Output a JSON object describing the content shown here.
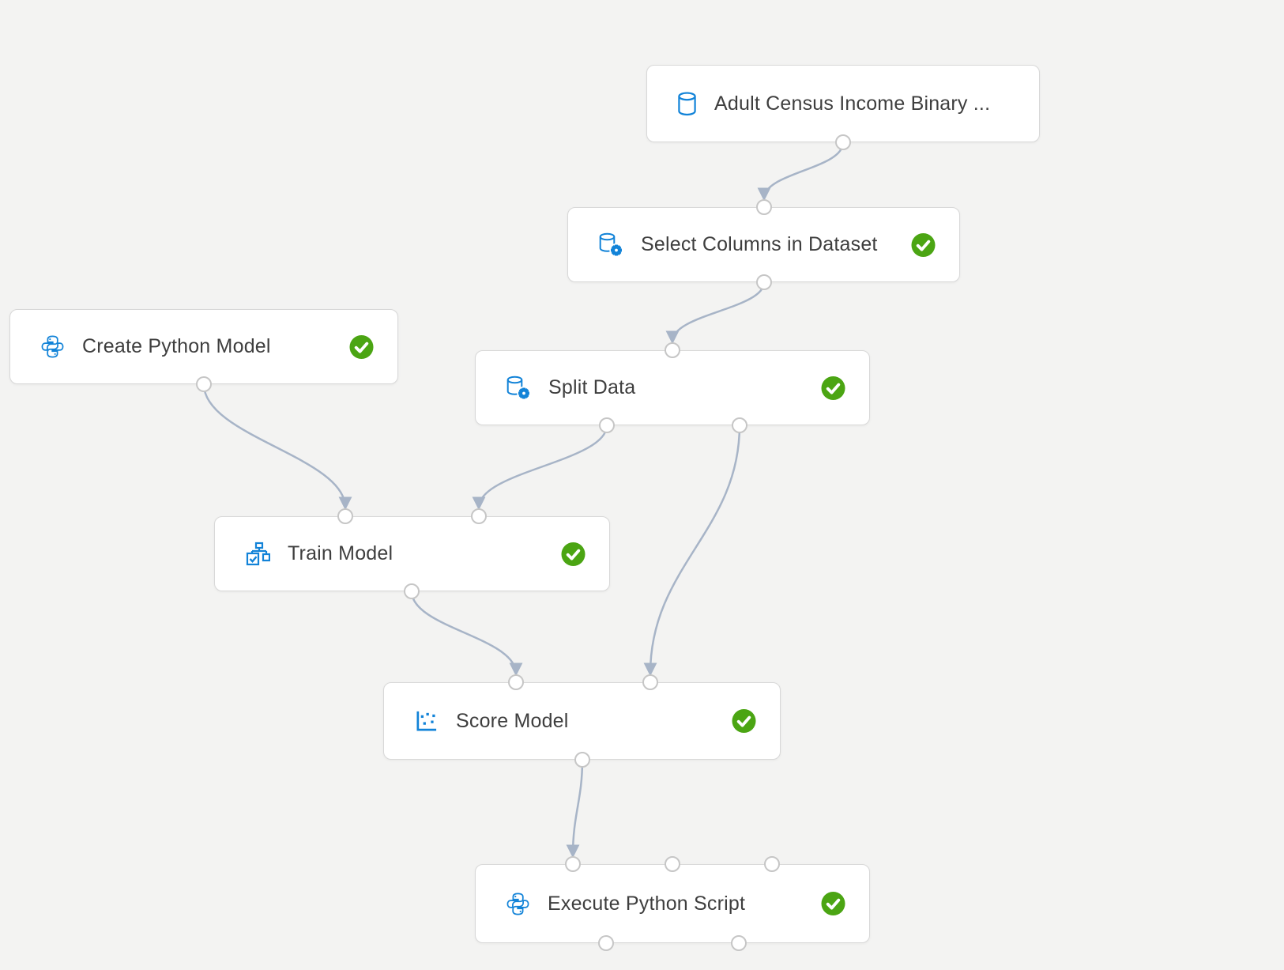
{
  "canvas": {
    "background_color": "#f3f3f2",
    "node_background_color": "#ffffff",
    "node_border_color": "#d8d8d8",
    "text_color": "#3e3e3e",
    "icon_color": "#1283d8",
    "status_completed_color": "#4BA513",
    "connector_color": "#a7b4c7"
  },
  "nodes": [
    {
      "label": "Adult Census Income Binary ...",
      "icon": "dataset-database-icon",
      "status": "",
      "inputs": 0,
      "outputs": 1
    },
    {
      "label": "Select Columns in Dataset",
      "icon": "database-gear-icon",
      "status": "completed",
      "inputs": 1,
      "outputs": 1
    },
    {
      "label": "Create Python Model",
      "icon": "python-icon",
      "status": "completed",
      "inputs": 0,
      "outputs": 1
    },
    {
      "label": "Split Data",
      "icon": "database-gear-icon",
      "status": "completed",
      "inputs": 1,
      "outputs": 2
    },
    {
      "label": "Train Model",
      "icon": "train-model-icon",
      "status": "completed",
      "inputs": 2,
      "outputs": 1
    },
    {
      "label": "Score Model",
      "icon": "scatter-plot-icon",
      "status": "completed",
      "inputs": 2,
      "outputs": 1
    },
    {
      "label": "Execute Python Script",
      "icon": "python-icon",
      "status": "completed",
      "inputs": 3,
      "outputs": 2
    }
  ],
  "edges": [
    {
      "from_node": "Adult Census Income Binary ...",
      "from_port": 1,
      "to_node": "Select Columns in Dataset",
      "to_port": 1
    },
    {
      "from_node": "Select Columns in Dataset",
      "from_port": 1,
      "to_node": "Split Data",
      "to_port": 1
    },
    {
      "from_node": "Create Python Model",
      "from_port": 1,
      "to_node": "Train Model",
      "to_port": 1
    },
    {
      "from_node": "Split Data",
      "from_port": 1,
      "to_node": "Train Model",
      "to_port": 2
    },
    {
      "from_node": "Split Data",
      "from_port": 2,
      "to_node": "Score Model",
      "to_port": 2
    },
    {
      "from_node": "Train Model",
      "from_port": 1,
      "to_node": "Score Model",
      "to_port": 1
    },
    {
      "from_node": "Score Model",
      "from_port": 1,
      "to_node": "Execute Python Script",
      "to_port": 1
    }
  ]
}
